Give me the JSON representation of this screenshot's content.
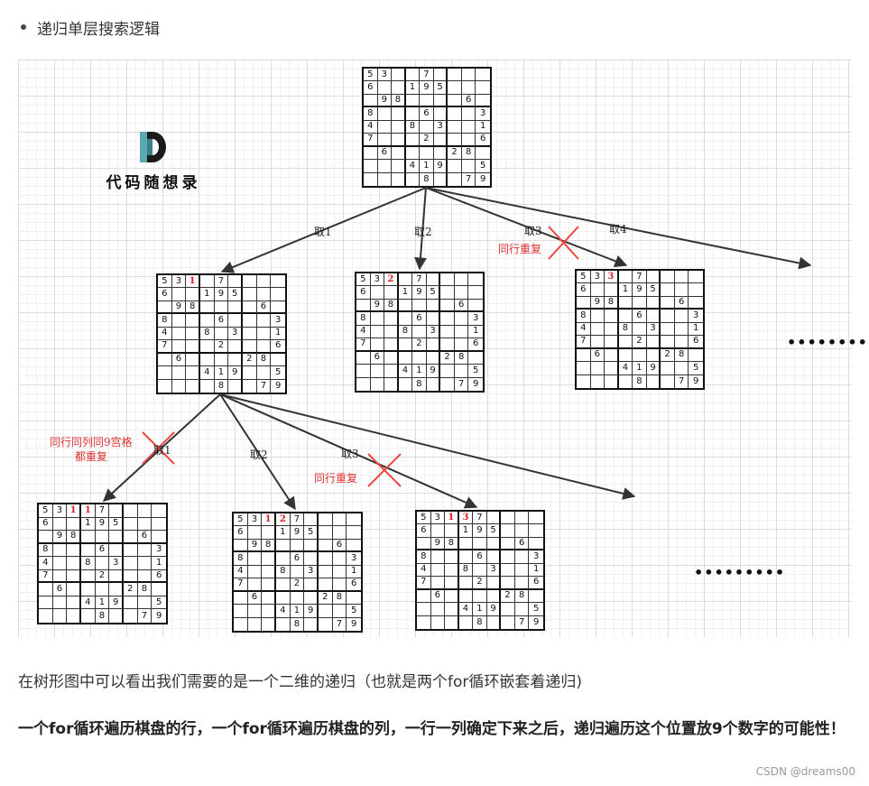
{
  "heading": {
    "text": "递归单层搜索逻辑"
  },
  "logo": {
    "text": "代码随想录",
    "letter": "D"
  },
  "boards": {
    "base": {
      "rows": [
        [
          "5",
          "3",
          "",
          "",
          "7",
          "",
          "",
          "",
          ""
        ],
        [
          "6",
          "",
          "",
          "1",
          "9",
          "5",
          "",
          "",
          ""
        ],
        [
          "",
          "9",
          "8",
          "",
          "",
          "",
          "",
          "6",
          ""
        ],
        [
          "8",
          "",
          "",
          "",
          "6",
          "",
          "",
          "",
          "3"
        ],
        [
          "4",
          "",
          "",
          "8",
          "",
          "3",
          "",
          "",
          "1"
        ],
        [
          "7",
          "",
          "",
          "",
          "2",
          "",
          "",
          "",
          "6"
        ],
        [
          "",
          "6",
          "",
          "",
          "",
          "",
          "2",
          "8",
          ""
        ],
        [
          "",
          "",
          "",
          "4",
          "1",
          "9",
          "",
          "",
          "5"
        ],
        [
          "",
          "",
          "",
          "",
          "8",
          "",
          "",
          "7",
          "9"
        ]
      ]
    },
    "level1": [
      {
        "value": "1"
      },
      {
        "value": "2"
      },
      {
        "value": "3"
      }
    ],
    "level2": [
      {
        "value": "1"
      },
      {
        "value": "2"
      },
      {
        "value": "3"
      }
    ]
  },
  "edges": {
    "level1": [
      "取1",
      "取2",
      "取3",
      "取4"
    ],
    "level2": [
      "取1",
      "取2",
      "取3"
    ]
  },
  "notes": {
    "row_dup_1": "同行重复",
    "all_dup_line1": "同行同列同9宫格",
    "all_dup_line2": "都重复",
    "row_dup_2": "同行重复"
  },
  "ellipsis": {
    "level1": "•••••••••",
    "level2": "•••••••••"
  },
  "paragraphs": {
    "p1": "在树形图中可以看出我们需要的是一个二维的递归（也就是两个for循环嵌套着递归)",
    "p2": "一个for循环遍历棋盘的行，一个for循环遍历棋盘的列，一行一列确定下来之后，递归遍历这个位置放9个数字的可能性！"
  },
  "watermark": "CSDN @dreams00",
  "colors": {
    "red": "#dd2222",
    "cross": "#e44444",
    "arrow": "#333333"
  }
}
